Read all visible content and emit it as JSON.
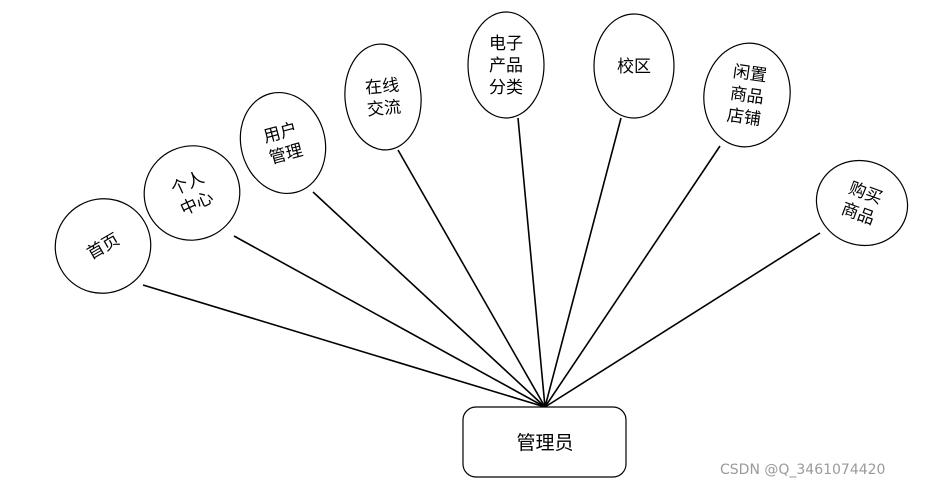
{
  "root": {
    "label": "管理员"
  },
  "nodes": [
    {
      "lines": [
        "首页"
      ]
    },
    {
      "lines": [
        "个人",
        "中心"
      ]
    },
    {
      "lines": [
        "用户",
        "管理"
      ]
    },
    {
      "lines": [
        "在线",
        "交流"
      ]
    },
    {
      "lines": [
        "电子",
        "产品",
        "分类"
      ]
    },
    {
      "lines": [
        "校区"
      ]
    },
    {
      "lines": [
        "闲置",
        "商品",
        "店铺"
      ]
    },
    {
      "lines": [
        "购买",
        "商品"
      ]
    }
  ],
  "watermark": "CSDN @Q_3461074420"
}
